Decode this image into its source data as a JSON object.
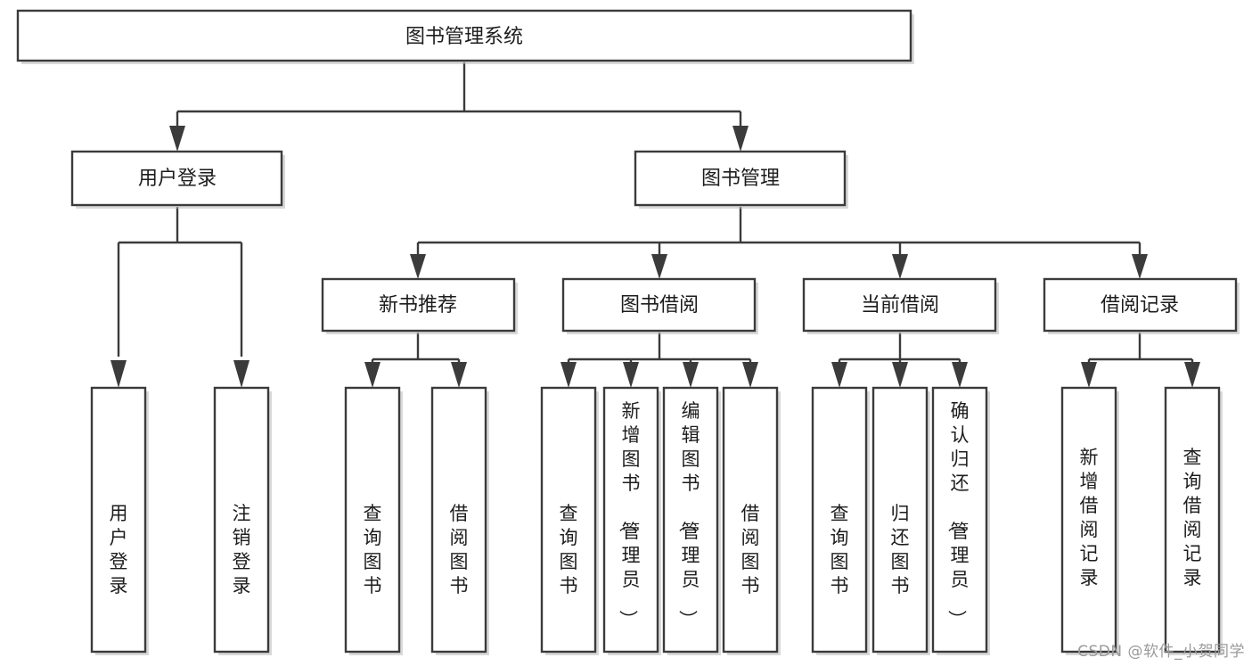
{
  "diagram": {
    "title": "图书管理系统",
    "type": "tree-hierarchy-diagram",
    "colors": {
      "box_stroke": "#3b3b3b",
      "box_fill": "#ffffff",
      "text": "#1d1d1d",
      "background": "#ffffff",
      "watermark": "#9a9a9a"
    },
    "levels": {
      "root": {
        "label": "图书管理系统"
      },
      "level2": [
        {
          "id": "user-login",
          "label": "用户登录"
        },
        {
          "id": "book-management",
          "label": "图书管理"
        }
      ],
      "level3": [
        {
          "id": "new-book-recommend",
          "label": "新书推荐",
          "parent": "book-management"
        },
        {
          "id": "book-borrow",
          "label": "图书借阅",
          "parent": "book-management"
        },
        {
          "id": "current-borrow",
          "label": "当前借阅",
          "parent": "book-management"
        },
        {
          "id": "borrow-record",
          "label": "借阅记录",
          "parent": "book-management"
        }
      ],
      "leaves": [
        {
          "id": "leaf-user-login",
          "label": "用户登录",
          "parent": "user-login"
        },
        {
          "id": "leaf-logout-login",
          "label": "注销登录",
          "parent": "user-login"
        },
        {
          "id": "leaf-query-book-1",
          "label": "查询图书",
          "parent": "new-book-recommend"
        },
        {
          "id": "leaf-borrow-book-1",
          "label": "借阅图书",
          "parent": "new-book-recommend"
        },
        {
          "id": "leaf-query-book-2",
          "label": "查询图书",
          "parent": "book-borrow"
        },
        {
          "id": "leaf-add-book",
          "label": "新增图书（管理员）",
          "parent": "book-borrow"
        },
        {
          "id": "leaf-edit-book",
          "label": "编辑图书（管理员）",
          "parent": "book-borrow"
        },
        {
          "id": "leaf-borrow-book-2",
          "label": "借阅图书",
          "parent": "book-borrow"
        },
        {
          "id": "leaf-query-book-3",
          "label": "查询图书",
          "parent": "current-borrow"
        },
        {
          "id": "leaf-return-book",
          "label": "归还图书",
          "parent": "current-borrow"
        },
        {
          "id": "leaf-confirm-return",
          "label": "确认归还（管理员）",
          "parent": "current-borrow"
        },
        {
          "id": "leaf-add-record",
          "label": "新增借阅记录",
          "parent": "borrow-record"
        },
        {
          "id": "leaf-query-record",
          "label": "查询借阅记录",
          "parent": "borrow-record"
        }
      ]
    }
  },
  "watermark": {
    "text": "CSDN @软件_小贺同学"
  }
}
